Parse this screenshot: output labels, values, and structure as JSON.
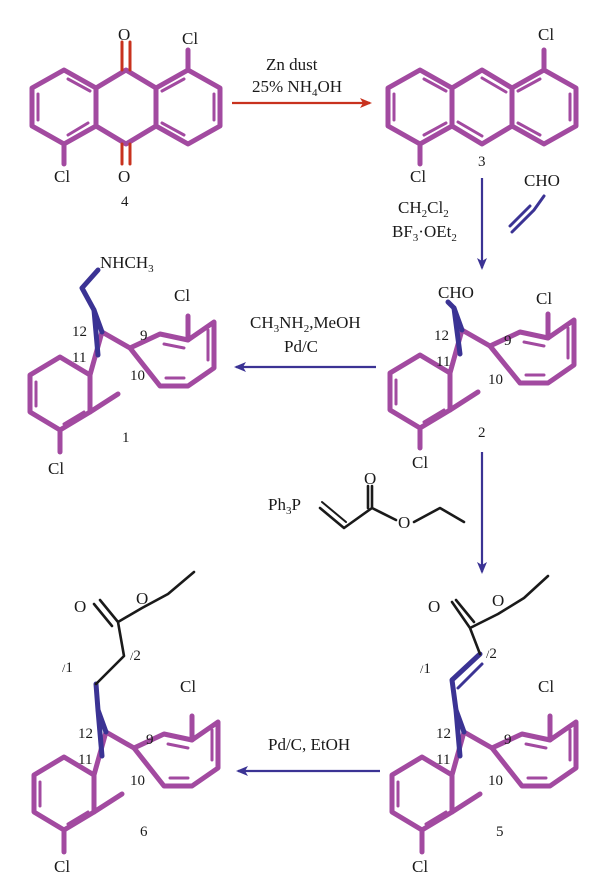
{
  "colors": {
    "scaffold": "#a24aa0",
    "bridge": "#3b3394",
    "carbonyl": "#c8321e",
    "chain": "#1a1a1a",
    "arrow_top": "#c8321e",
    "arrow_other": "#3b3394"
  },
  "atoms": {
    "O": "O",
    "Cl": "Cl",
    "CHO": "CHO",
    "NHCH3": "NHCH",
    "NHCH3_sub": "3",
    "Ph3P": "Ph",
    "Ph3P_sub": "3",
    "Ph3P_P": "P"
  },
  "compounds": {
    "c4": {
      "number": "4"
    },
    "c3": {
      "number": "3"
    },
    "c2": {
      "number": "2"
    },
    "c1": {
      "number": "1"
    },
    "c5": {
      "number": "5"
    },
    "c6": {
      "number": "6"
    }
  },
  "positions": {
    "p9": "9",
    "p10": "10",
    "p11": "11",
    "p12": "12",
    "p1": "1",
    "p2": "2",
    "prime": "/"
  },
  "reagents": {
    "step_4_to_3": {
      "line1": "Zn dust",
      "line2_a": "25% NH",
      "line2_sub": "4",
      "line2_b": "OH"
    },
    "step_3_to_2": {
      "line1_a": "CH",
      "line1_sub1": "2",
      "line1_b": "Cl",
      "line1_sub2": "2",
      "line2_a": "BF",
      "line2_sub1": "3",
      "line2_b": "·OEt",
      "line2_sub2": "2",
      "dienophile": "CHO"
    },
    "step_2_to_1": {
      "line1_a": "CH",
      "line1_sub1": "3",
      "line1_b": "NH",
      "line1_sub2": "2",
      "line1_c": ",MeOH",
      "line2": "Pd/C"
    },
    "step_2_to_5": {
      "reagent_note": "Ph3P=CH-COOEt"
    },
    "step_5_to_6": {
      "line1": "Pd/C, EtOH"
    }
  }
}
